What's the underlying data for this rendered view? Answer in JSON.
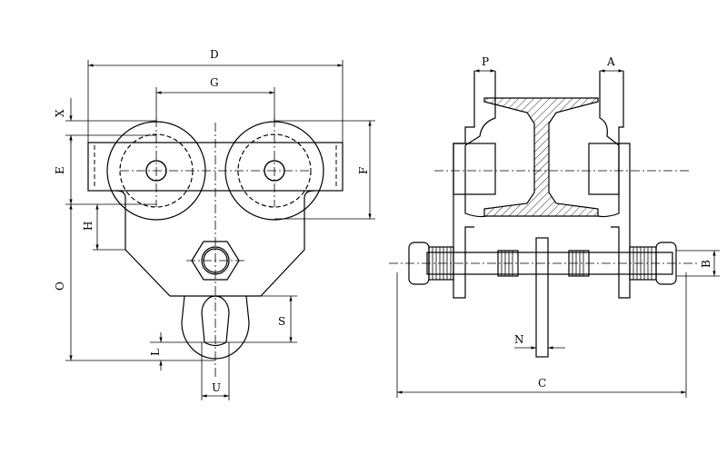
{
  "drawing": {
    "front_view_labels": {
      "D": "D",
      "G": "G",
      "X": "X",
      "E": "E",
      "F": "F",
      "H": "H",
      "O": "O",
      "S": "S",
      "L": "L",
      "U": "U"
    },
    "side_view_labels": {
      "P": "P",
      "A": "A",
      "B": "B",
      "N": "N",
      "C": "C"
    },
    "line_color": "#000000",
    "background": "#ffffff"
  }
}
